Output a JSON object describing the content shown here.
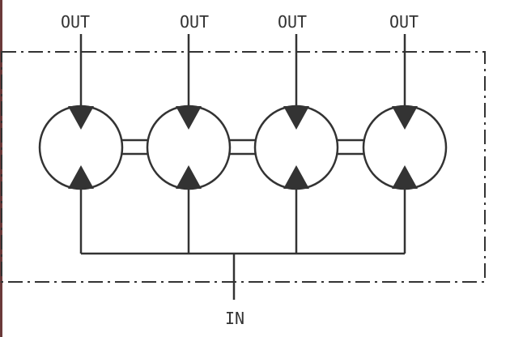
{
  "diagram": {
    "outputs": [
      {
        "label": "OUT"
      },
      {
        "label": "OUT"
      },
      {
        "label": "OUT"
      },
      {
        "label": "OUT"
      }
    ],
    "input": {
      "label": "IN"
    }
  },
  "colors": {
    "line": "#333333",
    "fill": "#ffffff",
    "left_edge": "#6b3a3a"
  }
}
